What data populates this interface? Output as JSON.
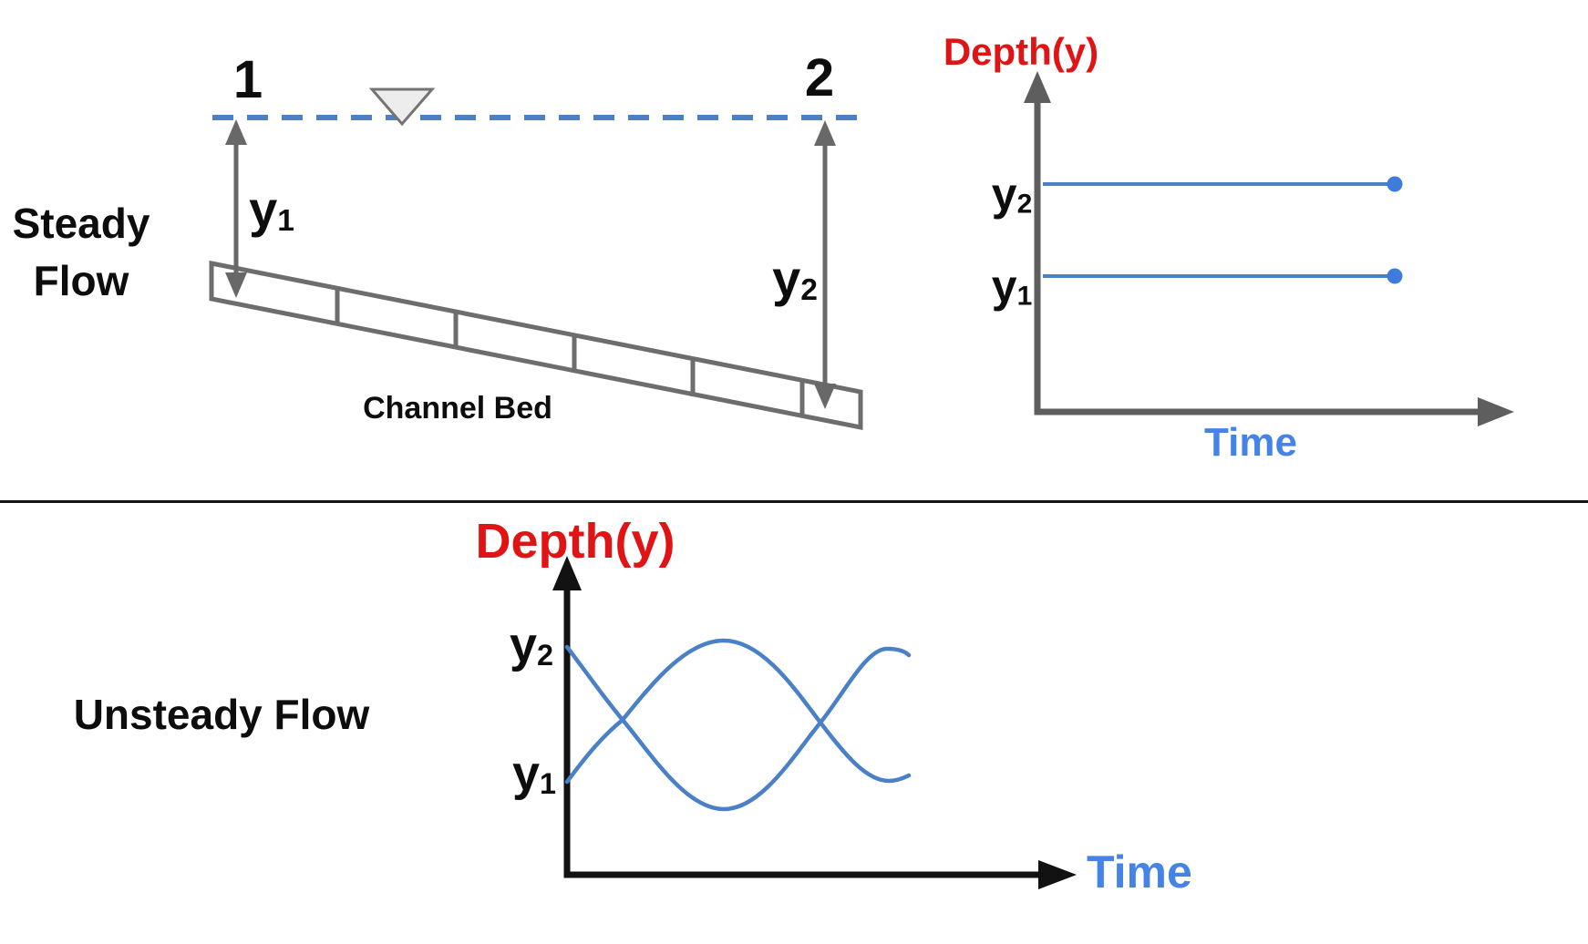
{
  "colors": {
    "water_blue": "#4a80c6",
    "marker_dot_blue": "#3e7bda",
    "time_label_blue": "#4584e6",
    "depth_label_red": "#e01414",
    "steady_axis_gray": "#5e5e5e",
    "channel_bed_gray": "#6d6d6d",
    "unsteady_axis_black": "#121212",
    "surface_marker_fill": "#ededed"
  },
  "steady": {
    "title": "Steady Flow",
    "section1": "1",
    "section2": "2",
    "y1": {
      "base": "y",
      "sub": "1"
    },
    "y2": {
      "base": "y",
      "sub": "2"
    },
    "channel_bed": "Channel Bed",
    "graph": {
      "ylabel": "Depth(y)",
      "xlabel": "Time",
      "y2": {
        "base": "y",
        "sub": "2"
      },
      "y1": {
        "base": "y",
        "sub": "1"
      }
    }
  },
  "unsteady": {
    "title": "Unsteady Flow",
    "graph": {
      "ylabel": "Depth(y)",
      "xlabel": "Time",
      "y2": {
        "base": "y",
        "sub": "2"
      },
      "y1": {
        "base": "y",
        "sub": "1"
      }
    }
  },
  "chart_data": [
    {
      "type": "line",
      "title": "Steady Flow: depth vs time",
      "xlabel": "Time",
      "ylabel": "Depth(y)",
      "grid": false,
      "legend": false,
      "series": [
        {
          "name": "y2",
          "shape": "constant horizontal line at depth y2 ending in a round marker"
        },
        {
          "name": "y1",
          "shape": "constant horizontal line at depth y1 ending in a round marker"
        }
      ],
      "note": "Depth does not change with time; y2 plots above y1"
    },
    {
      "type": "line",
      "title": "Unsteady Flow: depth vs time",
      "xlabel": "Time",
      "ylabel": "Depth(y)",
      "grid": false,
      "legend": false,
      "series": [
        {
          "name": "curve starting at y2",
          "shape": "sinusoid: falls from y2, troughs below y1, rises back to y2 level, then dips again"
        },
        {
          "name": "curve starting at y1",
          "shape": "sinusoid: rises from y1, crests above y2 level, falls back below y1, then hooks up"
        }
      ],
      "note": "The two depth curves oscillate out of phase and cross each other twice"
    }
  ]
}
